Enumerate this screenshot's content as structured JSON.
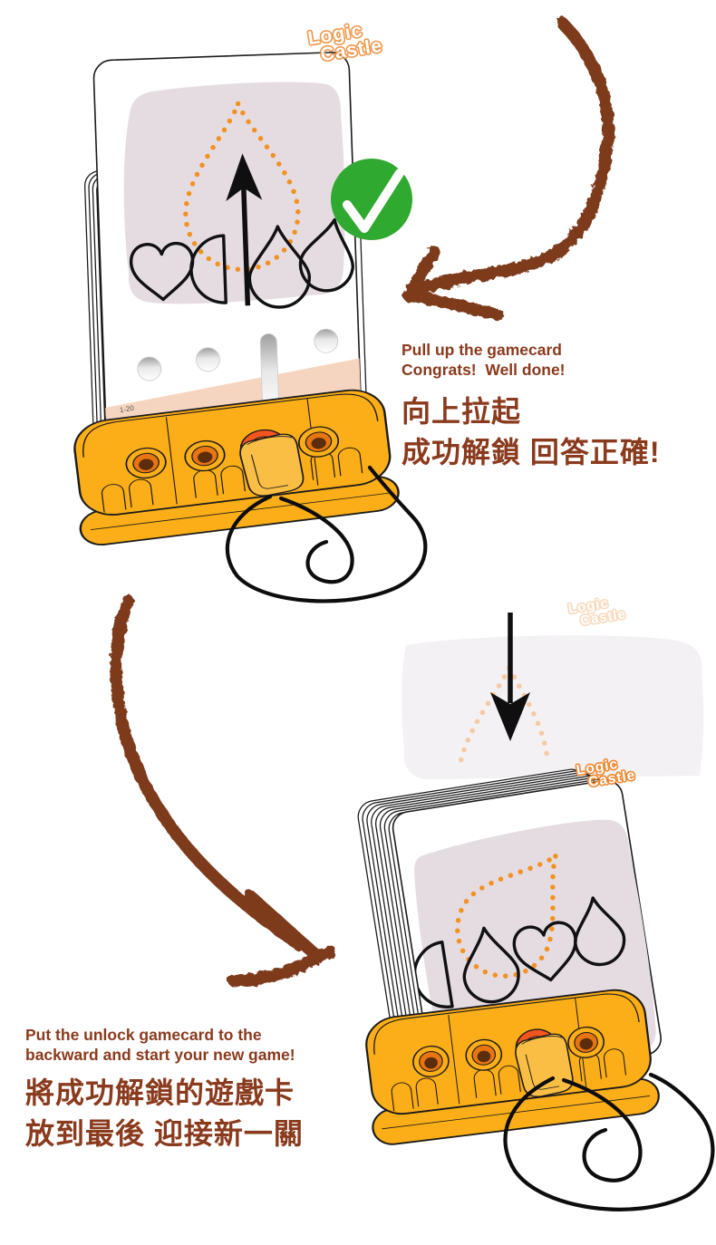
{
  "brand": {
    "logo_line1": "Logic",
    "logo_line2": "Castle"
  },
  "colors": {
    "text_brown": "#8a3a1d",
    "crayon_arrow_brown": "#7e3b1f",
    "holder_yellow": "#FBAE17",
    "hole_ring_orange": "#E87511",
    "hole_core_brown": "#5C2D0D",
    "plug_hole_red": "#F3551F",
    "card_panel_mauve": "#E5DCE2",
    "ghost_panel_gray": "#F3F1F3",
    "card_band_pink": "#F6D5C0",
    "dotted_shape_orange": "#F29222",
    "dotted_shape_faded_peach": "#F6C9A2",
    "check_green": "#2FA930",
    "logo_orange": "#EE8A33"
  },
  "step_top": {
    "instruction_en": [
      "Pull up the gamecard",
      "Congrats!  Well done!"
    ],
    "instruction_zh": [
      "向上拉起",
      "成功解鎖 回答正確!"
    ],
    "card_number": "1-20",
    "icons": {
      "check": "green-circle-white-checkmark",
      "up_arrow": "black-up-arrow",
      "curved_arrow": "brown-crayon-arrow-curving-left",
      "dotted_shape": "orange-dotted-teardrop-outline",
      "card_shapes": [
        "heart",
        "half-circle",
        "teardrop",
        "teardrop"
      ]
    }
  },
  "step_bottom": {
    "instruction_en": [
      "Put the unlock gamecard to the",
      "backward and start your new game!"
    ],
    "instruction_zh": [
      "將成功解鎖的遊戲卡",
      "放到最後 迎接新一關"
    ],
    "icons": {
      "down_arrow": "black-down-arrow",
      "curved_arrow": "brown-crayon-arrow-curving-right",
      "dotted_shape": "orange-dotted-teardrop-outline-rotated",
      "card_shapes": [
        "half-circle",
        "teardrop",
        "heart",
        "teardrop"
      ]
    }
  }
}
